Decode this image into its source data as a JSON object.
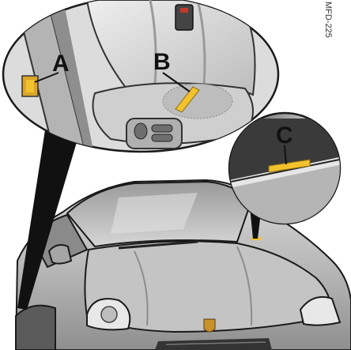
{
  "figure": {
    "reference_code": "MFD-225",
    "callouts": {
      "a": "A",
      "b": "B",
      "c": "C"
    },
    "colors": {
      "highlight": "#f2c12e",
      "body_metal": "#b8b8b8",
      "outline": "#1a1a1a",
      "seat_shade": "#cfcfcf",
      "badge": "#c8912a"
    }
  }
}
